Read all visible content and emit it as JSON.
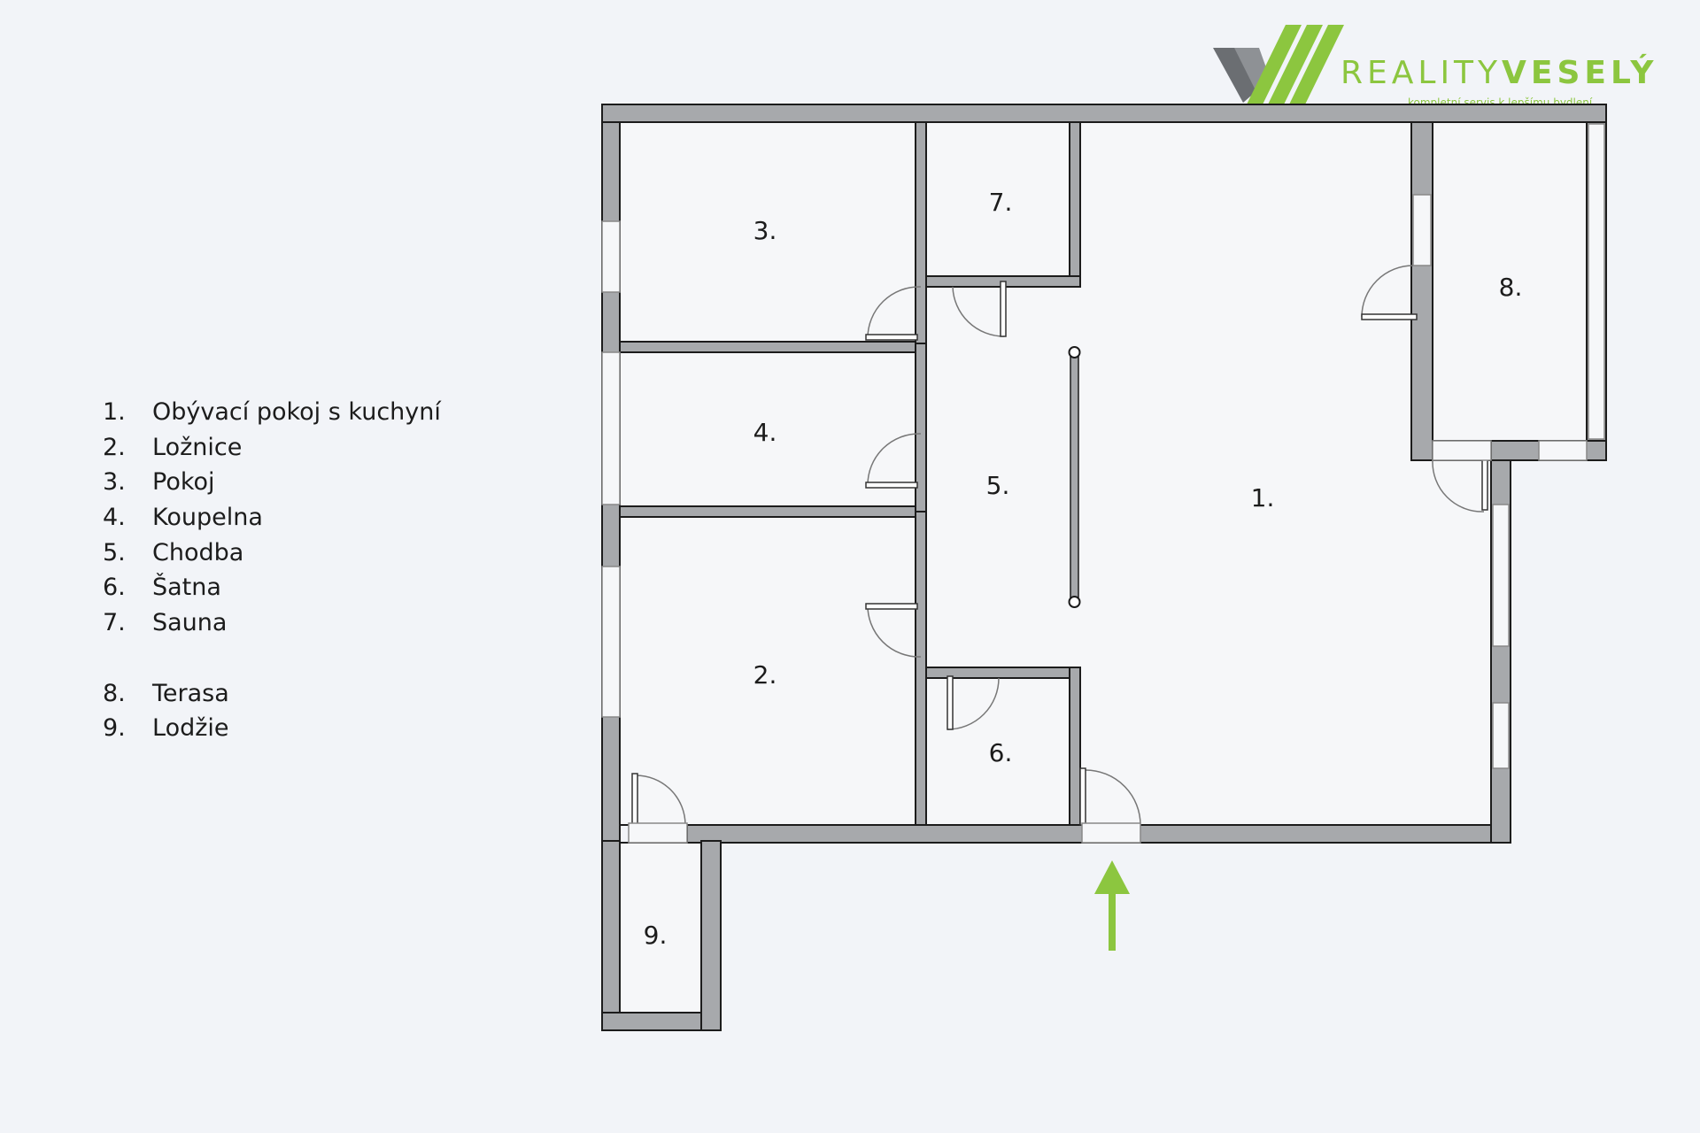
{
  "brand": {
    "name_light": "REALITY",
    "name_bold": "VESELÝ",
    "tagline": "kompletní servis k lepšímu bydlení",
    "accent_color": "#8cc63f",
    "logo_gray": "#6b6e72"
  },
  "legend": [
    {
      "num": "1.",
      "label": "Obývací pokoj s kuchyní"
    },
    {
      "num": "2.",
      "label": "Ložnice"
    },
    {
      "num": "3.",
      "label": "Pokoj"
    },
    {
      "num": "4.",
      "label": "Koupelna"
    },
    {
      "num": "5.",
      "label": "Chodba"
    },
    {
      "num": "6.",
      "label": "Šatna"
    },
    {
      "num": "7.",
      "label": "Sauna"
    },
    {
      "num": "8.",
      "label": "Terasa"
    },
    {
      "num": "9.",
      "label": "Lodžie"
    }
  ],
  "plan": {
    "room_labels": [
      "1.",
      "2.",
      "3.",
      "4.",
      "5.",
      "6.",
      "7.",
      "8.",
      "9."
    ],
    "wall_color": "#a7a9ac",
    "entrance_arrow": "entrance-arrow-icon"
  }
}
